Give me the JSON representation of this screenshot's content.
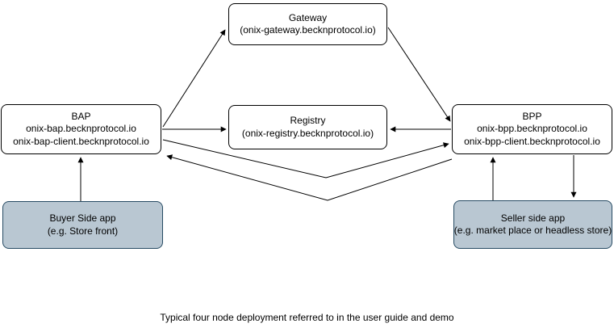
{
  "diagram": {
    "caption": "Typical four node deployment referred to in the user guide and demo",
    "colors": {
      "node_fill": "#ffffff",
      "node_border": "#000000",
      "app_fill": "#b9c7d2",
      "app_border": "#274b63",
      "arrow": "#000000"
    },
    "nodes": {
      "gateway": {
        "title": "Gateway",
        "subtitle": "(onix-gateway.becknprotocol.io)"
      },
      "registry": {
        "title": "Registry",
        "subtitle": "(onix-registry.becknprotocol.io)"
      },
      "bap": {
        "title": "BAP",
        "line2": "onix-bap.becknprotocol.io",
        "line3": "onix-bap-client.becknprotocol.io"
      },
      "bpp": {
        "title": "BPP",
        "line2": "onix-bpp.becknprotocol.io",
        "line3": "onix-bpp-client.becknprotocol.io"
      },
      "buyer_app": {
        "title": "Buyer Side app",
        "subtitle": "(e.g. Store front)"
      },
      "seller_app": {
        "title": "Seller side app",
        "subtitle": "(e.g. market place or headless store)"
      }
    },
    "edges": [
      {
        "from": "bap",
        "to": "gateway"
      },
      {
        "from": "gateway",
        "to": "bpp"
      },
      {
        "from": "bap",
        "to": "registry"
      },
      {
        "from": "bpp",
        "to": "registry"
      },
      {
        "from": "bap",
        "to": "bpp"
      },
      {
        "from": "bpp",
        "to": "bap"
      },
      {
        "from": "buyer_app",
        "to": "bap"
      },
      {
        "from": "seller_app",
        "to": "bpp"
      },
      {
        "from": "bpp",
        "to": "seller_app"
      }
    ]
  }
}
